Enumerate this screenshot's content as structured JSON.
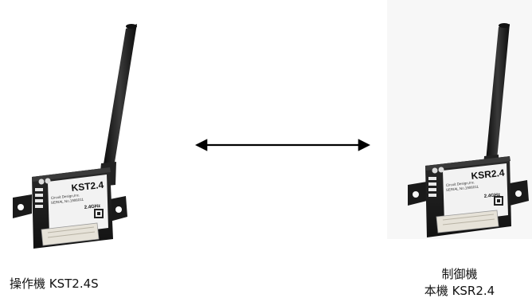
{
  "left_device": {
    "caption": "操作機 KST2.4S",
    "model_label": "KST2.4",
    "band_label": "2.4GHz",
    "maker_text": "Circuit Design,Inc.",
    "serial_text": "SERIAL No.1906011"
  },
  "right_device": {
    "caption_line1": "制御機",
    "caption_line2": "本機 KSR2.4",
    "model_label": "KSR2.4",
    "band_label": "2.4GHz",
    "maker_text": "Circuit Design,Inc.",
    "serial_text": "SERIAL No.1906011"
  },
  "colors": {
    "housing": "#1c1c1c",
    "label_white": "#f2f2f2",
    "connector": "#e6e2d8",
    "arrow": "#000000"
  }
}
